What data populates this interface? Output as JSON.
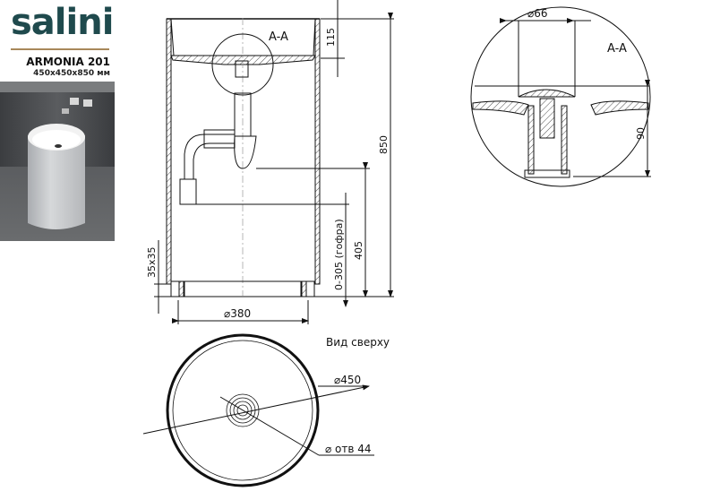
{
  "brand": {
    "name": "salini",
    "color": "#1f4a4d",
    "accent_line_color": "#a8885a"
  },
  "product": {
    "model": "ARMONIA 201",
    "dimensions": "450x450x850 мм"
  },
  "photo": {
    "description": "freestanding round white washbasin with wall-mounted faucet"
  },
  "side_view": {
    "section_label": "A-A",
    "dim_top_depth": "115",
    "dim_total_height": "850",
    "dim_drain_height": "405",
    "dim_hose_range": "0-305 (гофра)",
    "dim_base_notch": "35x35",
    "dim_base_diameter": "⌀380"
  },
  "detail_view": {
    "section_label": "A-A",
    "dim_drain_diameter": "⌀66",
    "dim_drain_depth": "90"
  },
  "top_view": {
    "title": "Вид сверху",
    "dim_outer_diameter": "⌀450",
    "dim_hole": "⌀ отв 44"
  }
}
